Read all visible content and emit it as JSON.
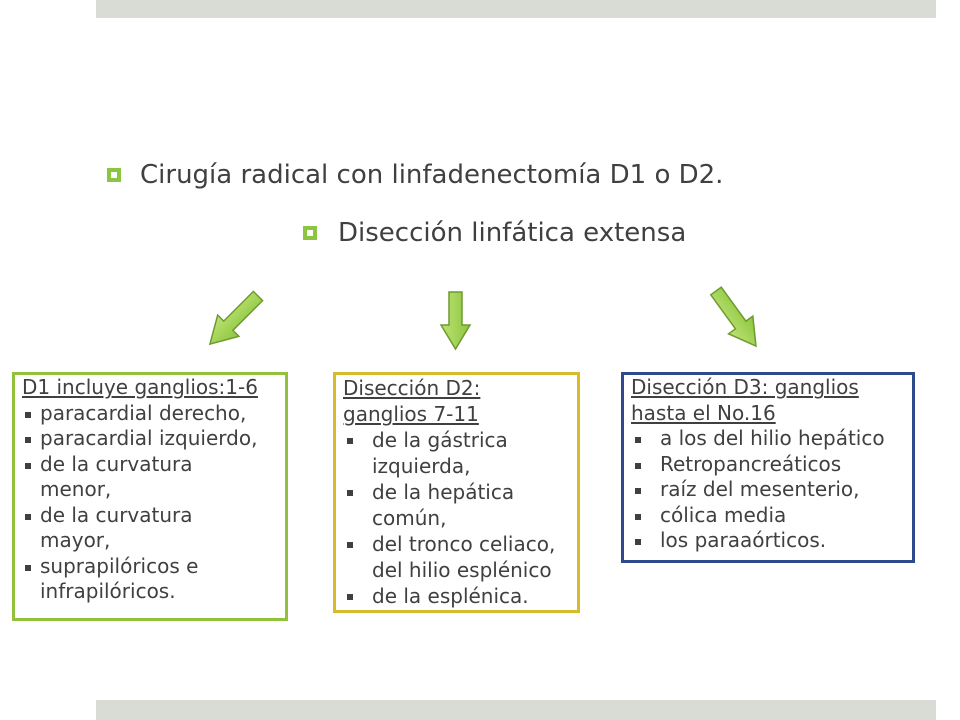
{
  "slide": {
    "bullets": [
      "Cirugía radical con linfadenectomía D1 o D2.",
      "Disección linfática extensa"
    ],
    "boxes": [
      {
        "title": "D1 incluye ganglios:1-6",
        "items": [
          "paracardial derecho,",
          "paracardial izquierdo,",
          "de la curvatura menor,",
          "de la curvatura mayor,",
          "suprapilóricos e infrapilóricos."
        ]
      },
      {
        "title": "Disección D2: ganglios 7-11",
        "items": [
          "de la gástrica izquierda,",
          "de la hepática común,",
          "del tronco celiaco, del hilio esplénico",
          "de la esplénica."
        ]
      },
      {
        "title": "Disección D3: ganglios hasta el No.16",
        "items": [
          "a los del hilio hepático",
          "Retropancreáticos",
          "raíz del mesenterio,",
          "cólica media",
          "los paraaórticos."
        ]
      }
    ]
  },
  "icons": {
    "title_bullet": "square-bullet-icon",
    "list_bullet": "small-square-bullet-icon",
    "arrows": [
      "arrow-down-left-icon",
      "arrow-down-icon",
      "arrow-down-right-icon"
    ]
  },
  "colors": {
    "band": "#d9dcd4",
    "text": "#404040",
    "accent_green": "#8cc63f",
    "arrow_outline": "#6e9a2e",
    "box_d1_border": "#92c13e",
    "box_d2_border": "#d8bb2b",
    "box_d3_border": "#2f4a8c"
  }
}
